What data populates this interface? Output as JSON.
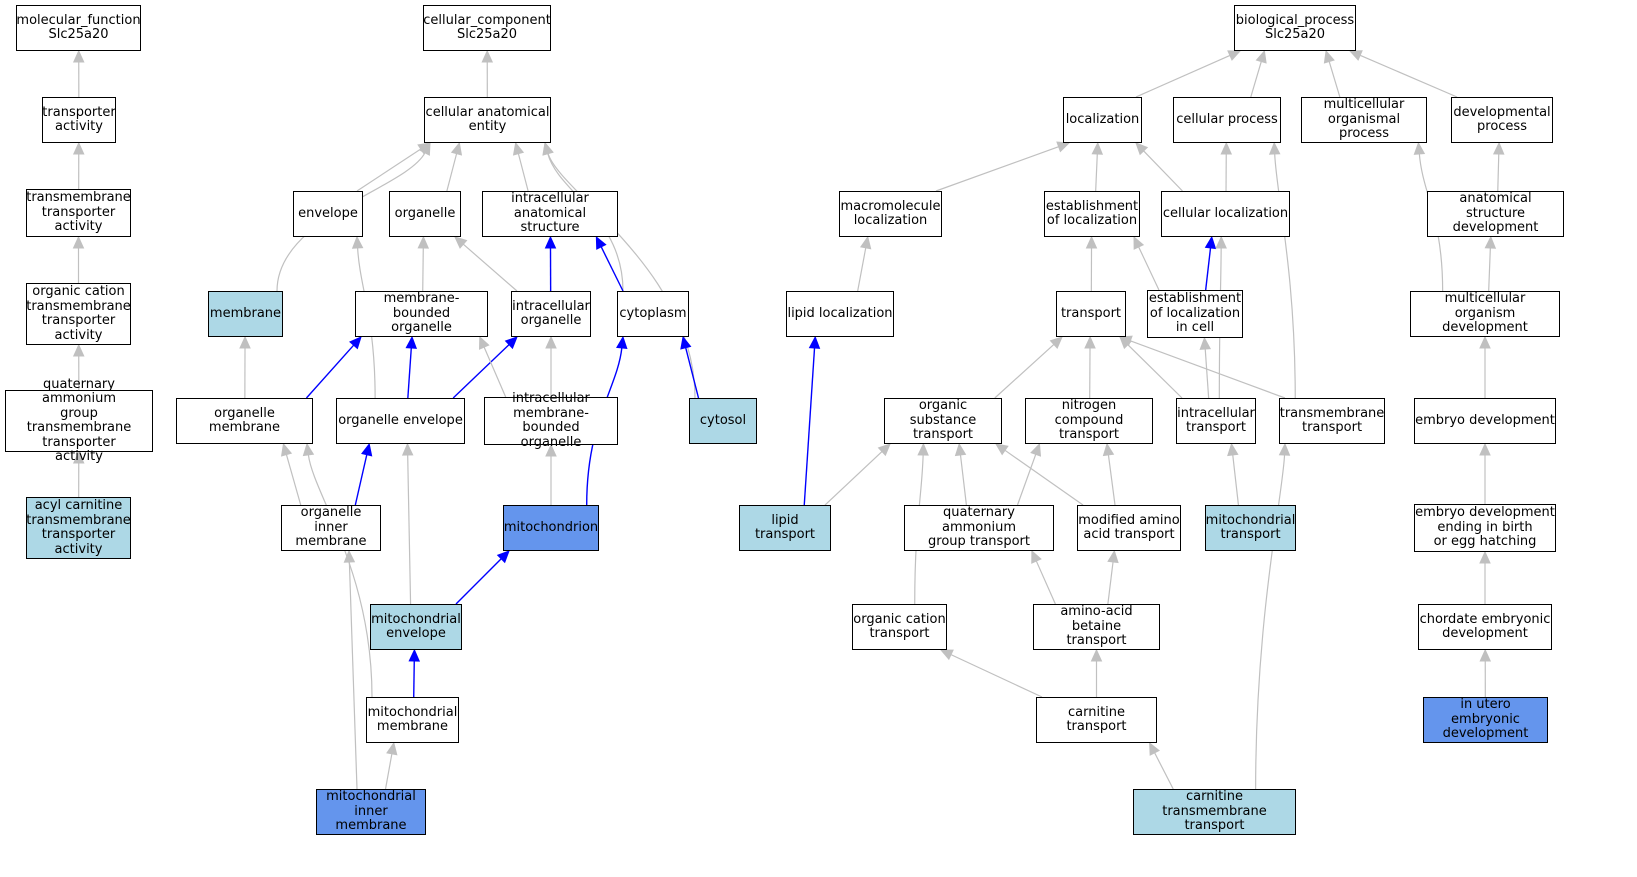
{
  "colors": {
    "white": "#ffffff",
    "light": "#add8e6",
    "dark": "#6495ed",
    "grey_edge": "#c0c0c0",
    "blue_edge": "#0000ff"
  },
  "nodes": {
    "mf_root": {
      "label": "molecular_function\nSlc25a20",
      "fill": "white"
    },
    "transporter_activity": {
      "label": "transporter\nactivity",
      "fill": "white"
    },
    "transmembrane_transporter_activity": {
      "label": "transmembrane\ntransporter\nactivity",
      "fill": "white"
    },
    "organic_cation_tta": {
      "label": "organic cation\ntransmembrane\ntransporter\nactivity",
      "fill": "white"
    },
    "quaternary_ammonium_tta": {
      "label": "quaternary ammonium\ngroup transmembrane\ntransporter\nactivity",
      "fill": "white"
    },
    "acyl_carnitine_tta": {
      "label": "acyl carnitine\ntransmembrane\ntransporter\nactivity",
      "fill": "light"
    },
    "cc_root": {
      "label": "cellular_component\nSlc25a20",
      "fill": "white"
    },
    "cellular_anatomical_entity": {
      "label": "cellular anatomical\nentity",
      "fill": "white"
    },
    "envelope": {
      "label": "envelope",
      "fill": "white"
    },
    "organelle": {
      "label": "organelle",
      "fill": "white"
    },
    "intracellular_anatomical_structure": {
      "label": "intracellular\nanatomical structure",
      "fill": "white"
    },
    "membrane": {
      "label": "membrane",
      "fill": "light"
    },
    "membrane_bounded_organelle": {
      "label": "membrane-bounded\norganelle",
      "fill": "white"
    },
    "intracellular_organelle": {
      "label": "intracellular\norganelle",
      "fill": "white"
    },
    "cytoplasm": {
      "label": "cytoplasm",
      "fill": "white"
    },
    "organelle_membrane": {
      "label": "organelle membrane",
      "fill": "white"
    },
    "organelle_envelope": {
      "label": "organelle envelope",
      "fill": "white"
    },
    "intracellular_mbo": {
      "label": "intracellular\nmembrane-bounded\norganelle",
      "fill": "white"
    },
    "cytosol": {
      "label": "cytosol",
      "fill": "light"
    },
    "organelle_inner_membrane": {
      "label": "organelle inner\nmembrane",
      "fill": "white"
    },
    "mitochondrion": {
      "label": "mitochondrion",
      "fill": "dark"
    },
    "mitochondrial_envelope": {
      "label": "mitochondrial\nenvelope",
      "fill": "light"
    },
    "mitochondrial_membrane": {
      "label": "mitochondrial\nmembrane",
      "fill": "white"
    },
    "mitochondrial_inner_membrane": {
      "label": "mitochondrial\ninner membrane",
      "fill": "dark"
    },
    "bp_root": {
      "label": "biological_process\nSlc25a20",
      "fill": "white"
    },
    "localization": {
      "label": "localization",
      "fill": "white"
    },
    "cellular_process": {
      "label": "cellular process",
      "fill": "white"
    },
    "multicellular_organismal_process": {
      "label": "multicellular\norganismal process",
      "fill": "white"
    },
    "developmental_process": {
      "label": "developmental\nprocess",
      "fill": "white"
    },
    "macromolecule_localization": {
      "label": "macromolecule\nlocalization",
      "fill": "white"
    },
    "establishment_of_localization": {
      "label": "establishment\nof localization",
      "fill": "white"
    },
    "cellular_localization": {
      "label": "cellular localization",
      "fill": "white"
    },
    "anatomical_structure_development": {
      "label": "anatomical structure\ndevelopment",
      "fill": "white"
    },
    "lipid_localization": {
      "label": "lipid localization",
      "fill": "white"
    },
    "transport": {
      "label": "transport",
      "fill": "white"
    },
    "establishment_of_localization_in_cell": {
      "label": "establishment\nof localization\nin cell",
      "fill": "white"
    },
    "multicellular_organism_development": {
      "label": "multicellular\norganism development",
      "fill": "white"
    },
    "organic_substance_transport": {
      "label": "organic substance\ntransport",
      "fill": "white"
    },
    "nitrogen_compound_transport": {
      "label": "nitrogen compound\ntransport",
      "fill": "white"
    },
    "intracellular_transport": {
      "label": "intracellular\ntransport",
      "fill": "white"
    },
    "transmembrane_transport": {
      "label": "transmembrane\ntransport",
      "fill": "white"
    },
    "embryo_development": {
      "label": "embryo development",
      "fill": "white"
    },
    "lipid_transport": {
      "label": "lipid transport",
      "fill": "light"
    },
    "quaternary_ammonium_group_transport": {
      "label": "quaternary ammonium\ngroup transport",
      "fill": "white"
    },
    "modified_amino_acid_transport": {
      "label": "modified amino\nacid transport",
      "fill": "white"
    },
    "mitochondrial_transport": {
      "label": "mitochondrial\ntransport",
      "fill": "light"
    },
    "embryo_development_birth_egg": {
      "label": "embryo development\nending in birth\nor egg hatching",
      "fill": "white"
    },
    "organic_cation_transport": {
      "label": "organic cation\ntransport",
      "fill": "white"
    },
    "amino_acid_betaine_transport": {
      "label": "amino-acid betaine\ntransport",
      "fill": "white"
    },
    "chordate_embryonic_development": {
      "label": "chordate embryonic\ndevelopment",
      "fill": "white"
    },
    "carnitine_transport": {
      "label": "carnitine transport",
      "fill": "white"
    },
    "in_utero_embryonic_development": {
      "label": "in utero embryonic\ndevelopment",
      "fill": "dark"
    },
    "carnitine_transmembrane_transport": {
      "label": "carnitine transmembrane\ntransport",
      "fill": "light"
    }
  },
  "edges": [
    {
      "from": "transporter_activity",
      "to": "mf_root",
      "color": "grey"
    },
    {
      "from": "transmembrane_transporter_activity",
      "to": "transporter_activity",
      "color": "grey"
    },
    {
      "from": "organic_cation_tta",
      "to": "transmembrane_transporter_activity",
      "color": "grey"
    },
    {
      "from": "quaternary_ammonium_tta",
      "to": "organic_cation_tta",
      "color": "grey"
    },
    {
      "from": "acyl_carnitine_tta",
      "to": "quaternary_ammonium_tta",
      "color": "grey"
    },
    {
      "from": "cellular_anatomical_entity",
      "to": "cc_root",
      "color": "grey"
    },
    {
      "from": "envelope",
      "to": "cellular_anatomical_entity",
      "color": "grey"
    },
    {
      "from": "organelle",
      "to": "cellular_anatomical_entity",
      "color": "grey"
    },
    {
      "from": "intracellular_anatomical_structure",
      "to": "cellular_anatomical_entity",
      "color": "grey"
    },
    {
      "from": "membrane",
      "to": "cellular_anatomical_entity",
      "color": "grey",
      "curve": true
    },
    {
      "from": "cytoplasm",
      "to": "cellular_anatomical_entity",
      "color": "grey",
      "curve": true
    },
    {
      "from": "cytosol",
      "to": "cellular_anatomical_entity",
      "color": "grey",
      "curve": true
    },
    {
      "from": "membrane_bounded_organelle",
      "to": "organelle",
      "color": "grey"
    },
    {
      "from": "intracellular_organelle",
      "to": "organelle",
      "color": "grey"
    },
    {
      "from": "intracellular_organelle",
      "to": "intracellular_anatomical_structure",
      "color": "blue"
    },
    {
      "from": "cytoplasm",
      "to": "intracellular_anatomical_structure",
      "color": "blue"
    },
    {
      "from": "organelle_membrane",
      "to": "membrane",
      "color": "grey"
    },
    {
      "from": "organelle_membrane",
      "to": "membrane_bounded_organelle",
      "color": "blue"
    },
    {
      "from": "organelle_envelope",
      "to": "membrane_bounded_organelle",
      "color": "blue"
    },
    {
      "from": "organelle_envelope",
      "to": "intracellular_organelle",
      "color": "blue"
    },
    {
      "from": "organelle_envelope",
      "to": "envelope",
      "color": "grey",
      "curve": true
    },
    {
      "from": "intracellular_mbo",
      "to": "membrane_bounded_organelle",
      "color": "grey"
    },
    {
      "from": "intracellular_mbo",
      "to": "intracellular_organelle",
      "color": "grey"
    },
    {
      "from": "cytosol",
      "to": "cytoplasm",
      "color": "blue"
    },
    {
      "from": "organelle_inner_membrane",
      "to": "organelle_membrane",
      "color": "grey"
    },
    {
      "from": "organelle_inner_membrane",
      "to": "organelle_envelope",
      "color": "blue"
    },
    {
      "from": "mitochondrion",
      "to": "intracellular_mbo",
      "color": "grey"
    },
    {
      "from": "mitochondrion",
      "to": "cytoplasm",
      "color": "blue",
      "curve": true
    },
    {
      "from": "mitochondrial_envelope",
      "to": "mitochondrion",
      "color": "blue"
    },
    {
      "from": "mitochondrial_envelope",
      "to": "organelle_envelope",
      "color": "grey"
    },
    {
      "from": "mitochondrial_membrane",
      "to": "mitochondrial_envelope",
      "color": "blue"
    },
    {
      "from": "mitochondrial_membrane",
      "to": "organelle_membrane",
      "color": "grey",
      "curve": true
    },
    {
      "from": "mitochondrial_inner_membrane",
      "to": "mitochondrial_membrane",
      "color": "grey"
    },
    {
      "from": "mitochondrial_inner_membrane",
      "to": "organelle_inner_membrane",
      "color": "grey"
    },
    {
      "from": "localization",
      "to": "bp_root",
      "color": "grey"
    },
    {
      "from": "cellular_process",
      "to": "bp_root",
      "color": "grey"
    },
    {
      "from": "multicellular_organismal_process",
      "to": "bp_root",
      "color": "grey"
    },
    {
      "from": "developmental_process",
      "to": "bp_root",
      "color": "grey"
    },
    {
      "from": "macromolecule_localization",
      "to": "localization",
      "color": "grey"
    },
    {
      "from": "establishment_of_localization",
      "to": "localization",
      "color": "grey"
    },
    {
      "from": "cellular_localization",
      "to": "localization",
      "color": "grey"
    },
    {
      "from": "cellular_localization",
      "to": "cellular_process",
      "color": "grey"
    },
    {
      "from": "anatomical_structure_development",
      "to": "developmental_process",
      "color": "grey"
    },
    {
      "from": "lipid_localization",
      "to": "macromolecule_localization",
      "color": "grey"
    },
    {
      "from": "transport",
      "to": "establishment_of_localization",
      "color": "grey"
    },
    {
      "from": "establishment_of_localization_in_cell",
      "to": "establishment_of_localization",
      "color": "grey"
    },
    {
      "from": "establishment_of_localization_in_cell",
      "to": "cellular_localization",
      "color": "blue"
    },
    {
      "from": "multicellular_organism_development",
      "to": "anatomical_structure_development",
      "color": "grey"
    },
    {
      "from": "multicellular_organism_development",
      "to": "multicellular_organismal_process",
      "color": "grey",
      "curve": true
    },
    {
      "from": "lipid_transport",
      "to": "lipid_localization",
      "color": "blue"
    },
    {
      "from": "lipid_transport",
      "to": "organic_substance_transport",
      "color": "grey"
    },
    {
      "from": "organic_substance_transport",
      "to": "transport",
      "color": "grey"
    },
    {
      "from": "nitrogen_compound_transport",
      "to": "transport",
      "color": "grey"
    },
    {
      "from": "intracellular_transport",
      "to": "transport",
      "color": "grey"
    },
    {
      "from": "intracellular_transport",
      "to": "establishment_of_localization_in_cell",
      "color": "grey"
    },
    {
      "from": "intracellular_transport",
      "to": "cellular_localization",
      "color": "grey",
      "curve": true
    },
    {
      "from": "transmembrane_transport",
      "to": "transport",
      "color": "grey"
    },
    {
      "from": "transmembrane_transport",
      "to": "cellular_process",
      "color": "grey",
      "curve": true
    },
    {
      "from": "embryo_development",
      "to": "multicellular_organism_development",
      "color": "grey"
    },
    {
      "from": "quaternary_ammonium_group_transport",
      "to": "organic_substance_transport",
      "color": "grey"
    },
    {
      "from": "quaternary_ammonium_group_transport",
      "to": "nitrogen_compound_transport",
      "color": "grey"
    },
    {
      "from": "modified_amino_acid_transport",
      "to": "organic_substance_transport",
      "color": "grey"
    },
    {
      "from": "modified_amino_acid_transport",
      "to": "nitrogen_compound_transport",
      "color": "grey"
    },
    {
      "from": "mitochondrial_transport",
      "to": "intracellular_transport",
      "color": "grey"
    },
    {
      "from": "embryo_development_birth_egg",
      "to": "embryo_development",
      "color": "grey"
    },
    {
      "from": "organic_cation_transport",
      "to": "organic_substance_transport",
      "color": "grey",
      "curve": true
    },
    {
      "from": "amino_acid_betaine_transport",
      "to": "quaternary_ammonium_group_transport",
      "color": "grey"
    },
    {
      "from": "amino_acid_betaine_transport",
      "to": "modified_amino_acid_transport",
      "color": "grey"
    },
    {
      "from": "chordate_embryonic_development",
      "to": "embryo_development_birth_egg",
      "color": "grey"
    },
    {
      "from": "carnitine_transport",
      "to": "amino_acid_betaine_transport",
      "color": "grey"
    },
    {
      "from": "carnitine_transport",
      "to": "organic_cation_transport",
      "color": "grey"
    },
    {
      "from": "in_utero_embryonic_development",
      "to": "chordate_embryonic_development",
      "color": "grey"
    },
    {
      "from": "carnitine_transmembrane_transport",
      "to": "carnitine_transport",
      "color": "grey"
    },
    {
      "from": "carnitine_transmembrane_transport",
      "to": "transmembrane_transport",
      "color": "grey",
      "curve": true
    }
  ]
}
